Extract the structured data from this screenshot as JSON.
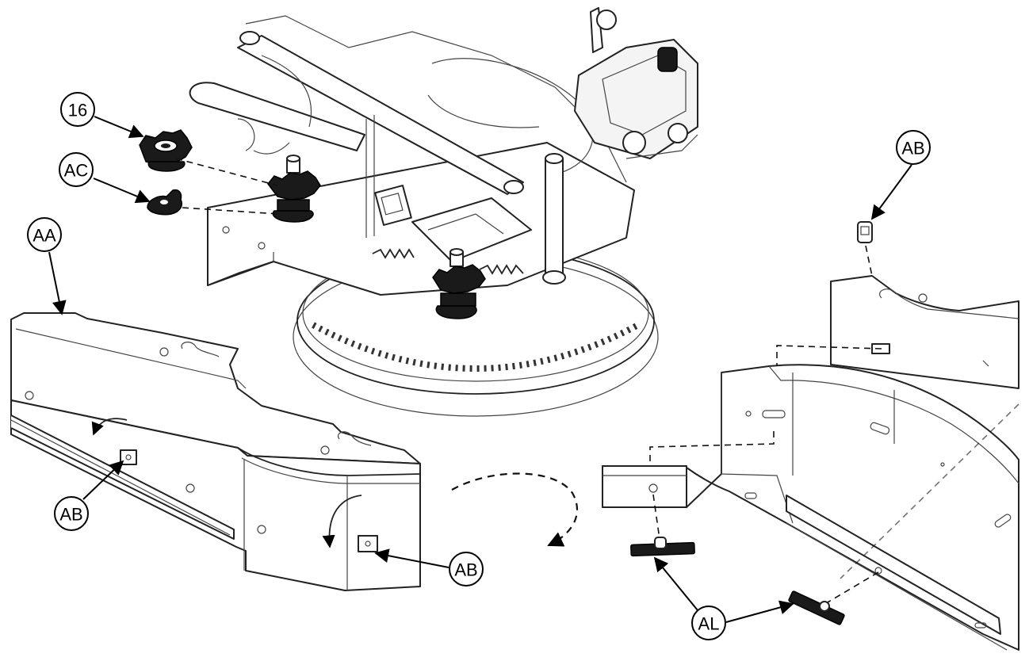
{
  "callouts": {
    "c16": "16",
    "cAC": "AC",
    "cAA": "AA",
    "cAB_top_right": "AB",
    "cAB_left": "AB",
    "cAB_bottom": "AB",
    "cAL": "AL"
  },
  "icons": {
    "machine": "floor-scrubber-machine-icon",
    "rotation": "rotation-arrow-icon"
  }
}
